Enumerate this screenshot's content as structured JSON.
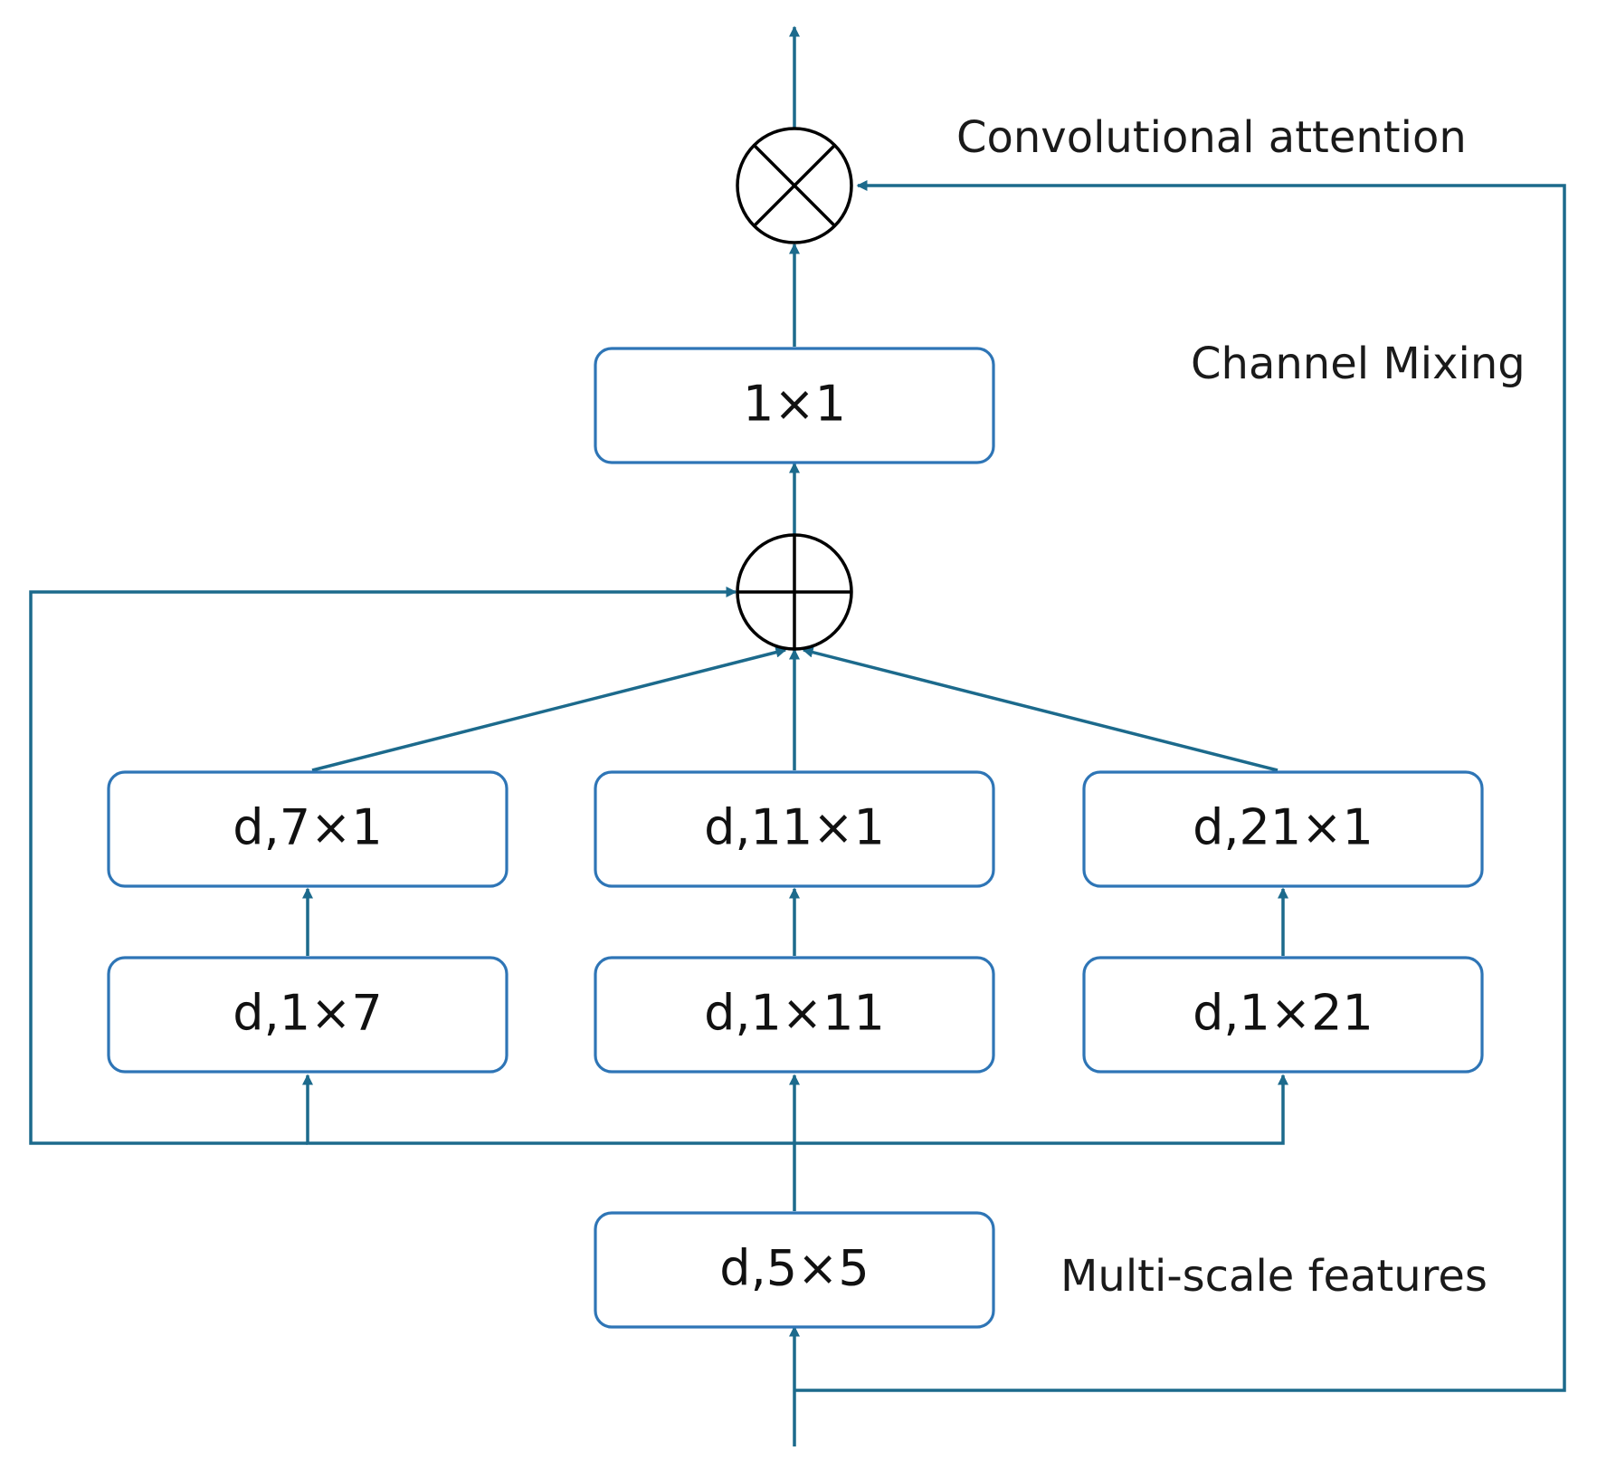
{
  "labels": {
    "convolutional_attention": "Convolutional attention",
    "channel_mixing": "Channel Mixing",
    "multi_scale_features": "Multi-scale features"
  },
  "nodes": {
    "conv_1x1": "1×1",
    "branch_7_second": "d,7×1",
    "branch_11_second": "d,11×1",
    "branch_21_second": "d,21×1",
    "branch_7_first": "d,1×7",
    "branch_11_first": "d,1×11",
    "branch_21_first": "d,1×21",
    "depthwise_5x5": "d,5×5"
  },
  "operators": {
    "multiply": "⊗",
    "add": "⊕"
  },
  "colors": {
    "box_stroke": "#2e75b6",
    "edge": "#1c6a8c",
    "operator_stroke": "#000000"
  }
}
